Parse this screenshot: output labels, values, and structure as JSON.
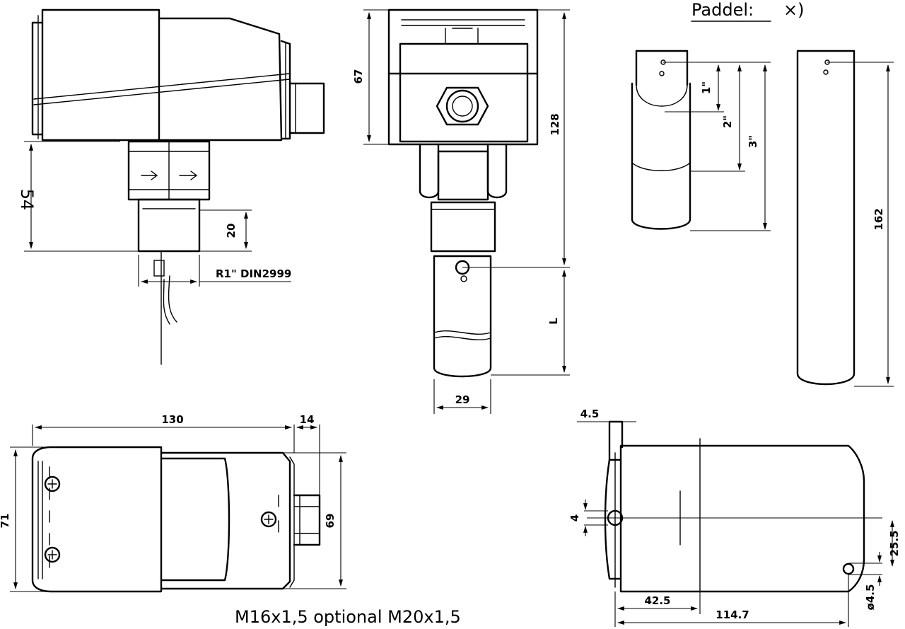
{
  "title": {
    "paddle_label": "Paddel:",
    "paddle_note": "×)"
  },
  "side_view": {
    "dim_height": "54",
    "dim_thread_len": "20",
    "thread_label": "R1\" DIN2999"
  },
  "front_view": {
    "dim_head": "67",
    "dim_total": "128",
    "dim_length": "L",
    "dim_width": "29"
  },
  "paddles": {
    "dim_1": "1\"",
    "dim_2": "2\"",
    "dim_3": "3\"",
    "dim_long": "162"
  },
  "top_view": {
    "dim_length": "130",
    "dim_gland": "14",
    "dim_height_outer": "71",
    "dim_height_inner": "69",
    "gland_note": "M16x1,5  optional  M20x1,5"
  },
  "mount_view": {
    "dim_tab": "4.5",
    "dim_slot": "4",
    "dim_hole_offset": "42.5",
    "dim_hole_spacing": "114.7",
    "dim_height": "25.5",
    "dim_hole_dia": "ø4.5"
  }
}
